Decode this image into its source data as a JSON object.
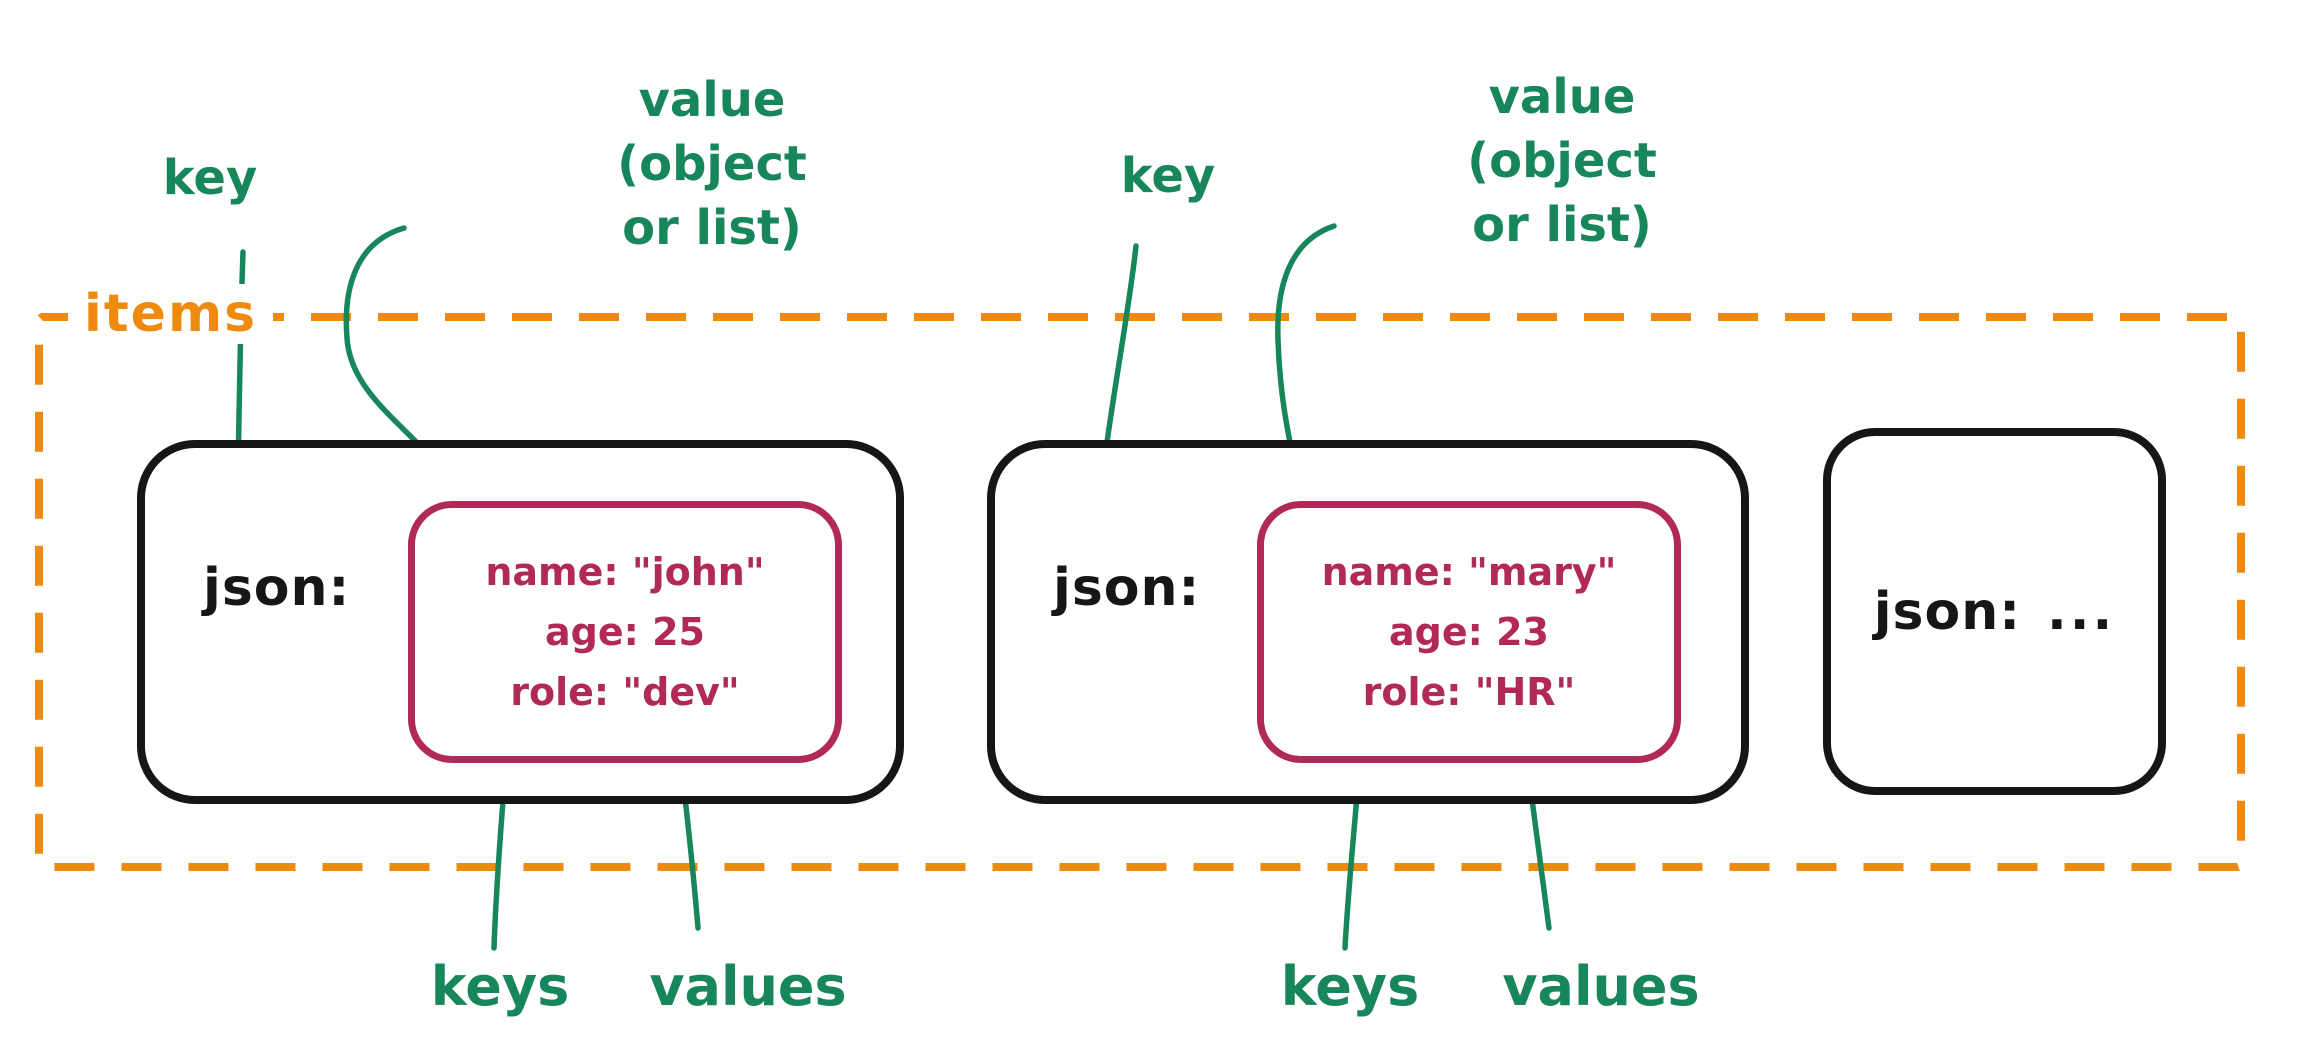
{
  "colors": {
    "green": "#17865a",
    "orange": "#ee8a0f",
    "crimson": "#b02a55",
    "black": "#161616"
  },
  "frame": {
    "label": "items"
  },
  "cards": [
    {
      "key_label": "json:",
      "value_fields": [
        "name: \"john\"",
        "age: 25",
        "role: \"dev\""
      ]
    },
    {
      "key_label": "json:",
      "value_fields": [
        "name: \"mary\"",
        "age: 23",
        "role: \"HR\""
      ]
    },
    {
      "key_label": "json:",
      "ellipsis": "..."
    }
  ],
  "annotations": {
    "key_1": "key",
    "value_1": [
      "value",
      "(object",
      "or list)"
    ],
    "keys_1": "keys",
    "values_1": "values",
    "key_2": "key",
    "value_2": [
      "value",
      "(object",
      "or list)"
    ],
    "keys_2": "keys",
    "values_2": "values"
  }
}
